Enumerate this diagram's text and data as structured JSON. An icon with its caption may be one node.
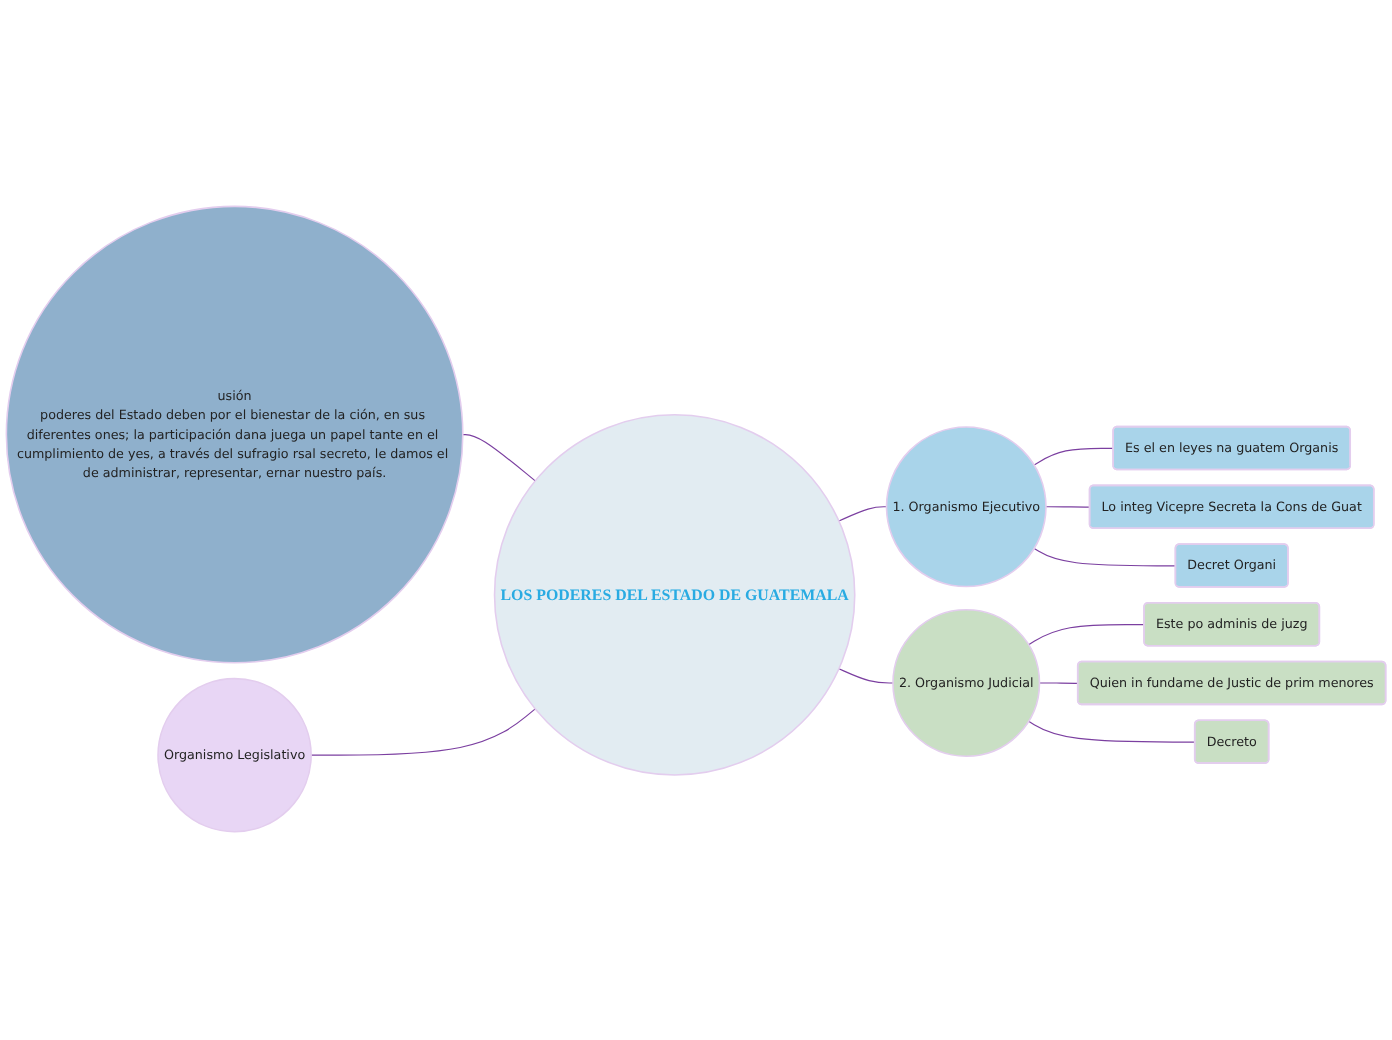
{
  "diagram": {
    "nodes": [
      {
        "text": [
          "usión",
          "poderes del Estado deben por el bienestar de la ción, en sus diferentes ones; la participación dana juega un papel tante en el cumplimiento de yes, a través del sufragio rsal secreto, le damos el de administrar, representar, ernar nuestro país."
        ]
      },
      {
        "text": [
          "LOS PODERES DEL ESTADO DE GUATEMALA"
        ]
      },
      {
        "text": [
          "1. Organismo Ejecutivo"
        ]
      },
      {
        "text": [
          "Es el en leyes na guatem Organis"
        ]
      },
      {
        "text": [
          "Lo integ Vicepre Secreta la Cons de Guat"
        ]
      },
      {
        "text": [
          "Decret Organi"
        ]
      },
      {
        "text": [
          "2. Organismo Judicial"
        ]
      },
      {
        "text": [
          "Este po adminis de juzg"
        ]
      },
      {
        "text": [
          "Quien in fundame de Justic de prim menores"
        ]
      },
      {
        "text": [
          "Decreto"
        ]
      },
      {
        "text": [
          "Organismo Legislativo"
        ]
      }
    ],
    "edges": [
      {
        "from": 0,
        "to": 1,
        "arrow": "none"
      },
      {
        "from": 1,
        "to": 2,
        "arrow": "none"
      },
      {
        "from": 2,
        "to": 3,
        "arrow": "none"
      },
      {
        "from": 2,
        "to": 4,
        "arrow": "none"
      },
      {
        "from": 2,
        "to": 5,
        "arrow": "none"
      },
      {
        "from": 1,
        "to": 6,
        "arrow": "none"
      },
      {
        "from": 6,
        "to": 7,
        "arrow": "none"
      },
      {
        "from": 6,
        "to": 8,
        "arrow": "none"
      },
      {
        "from": 6,
        "to": 9,
        "arrow": "none"
      },
      {
        "from": 10,
        "to": 1,
        "arrow": "none"
      }
    ]
  }
}
